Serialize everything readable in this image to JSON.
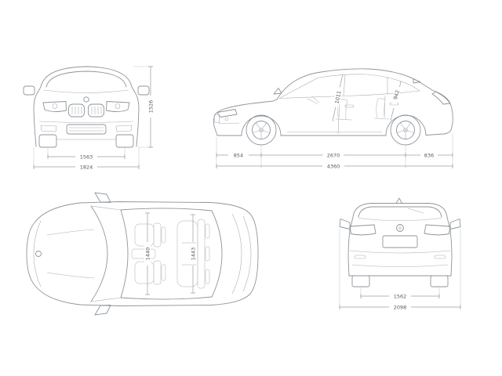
{
  "canvas": {
    "background": "#ffffff",
    "line_color": "#8f959b",
    "dim_line_color": "#989da3",
    "text_color": "#565b61"
  },
  "dimensions": {
    "front_track": "1563",
    "overall_width": "1824",
    "overall_height": "1526",
    "front_overhang": "854",
    "wheelbase": "2670",
    "rear_overhang": "836",
    "overall_length": "4360",
    "front_headroom": "1011",
    "rear_headroom": "942",
    "front_interior_width": "1440",
    "rear_interior_width": "1443",
    "rear_track": "1562",
    "width_incl_mirrors": "2098"
  }
}
